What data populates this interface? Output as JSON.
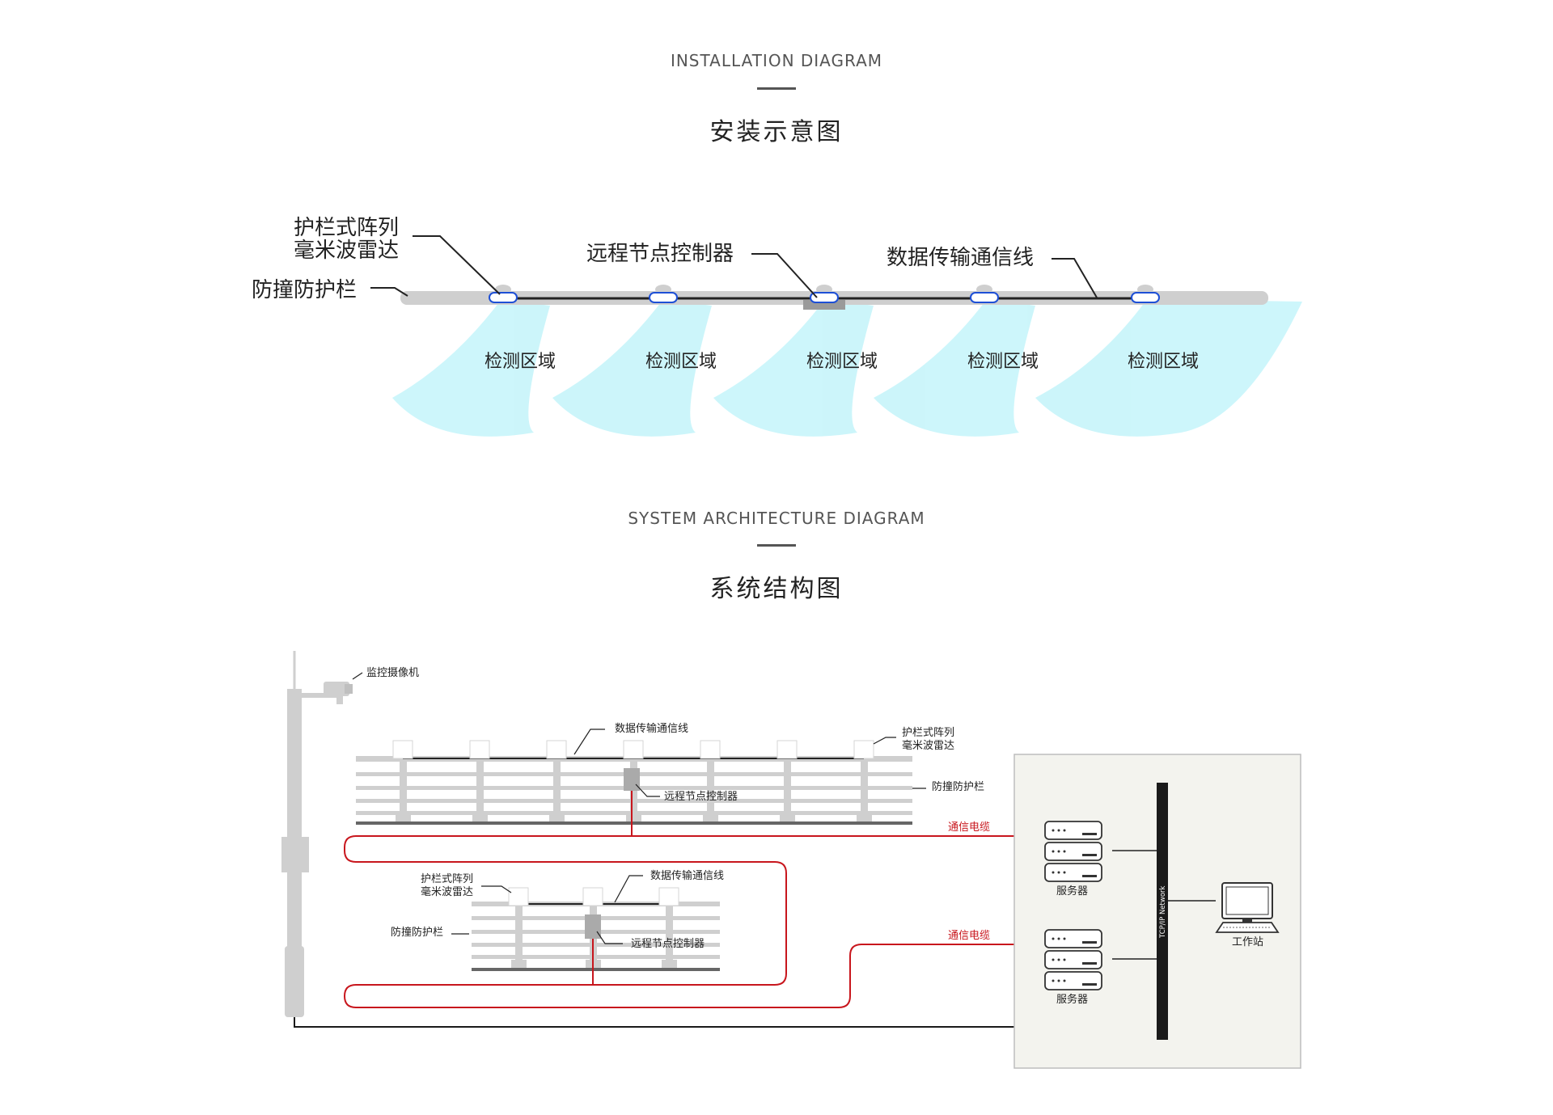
{
  "installation": {
    "title_en": "INSTALLATION DIAGRAM",
    "title_zh": "安装示意图",
    "labels": {
      "radar_line1": "护栏式阵列",
      "radar_line2": "毫米波雷达",
      "guardrail": "防撞防护栏",
      "controller": "远程节点控制器",
      "data_line": "数据传输通信线"
    },
    "zones": [
      "检测区域",
      "检测区域",
      "检测区域",
      "检测区域",
      "检测区域"
    ]
  },
  "architecture": {
    "title_en": "SYSTEM ARCHITECTURE DIAGRAM",
    "title_zh": "系统结构图",
    "labels": {
      "camera": "监控摄像机",
      "data_line_upper": "数据传输通信线",
      "radar_upper_line1": "护栏式阵列",
      "radar_upper_line2": "毫米波雷达",
      "guardrail_upper": "防撞防护栏",
      "controller_upper": "远程节点控制器",
      "cable_upper": "通信电缆",
      "radar_lower_line1": "护栏式阵列",
      "radar_lower_line2": "毫米波雷达",
      "data_line_lower": "数据传输通信线",
      "guardrail_lower": "防撞防护栏",
      "controller_lower": "远程节点控制器",
      "cable_lower": "通信电缆",
      "server_upper": "服务器",
      "server_lower": "服务器",
      "network": "TCP/IP Network",
      "workstation": "工作站"
    }
  },
  "colors": {
    "zone_fill": "#aef0f8",
    "rail_gray": "#cfcfcf",
    "cable_red": "#c8161d",
    "sensor_blue": "#1d4fd6",
    "network_bar": "#1a1a1a",
    "server_room_bg": "#f3f3ee"
  }
}
